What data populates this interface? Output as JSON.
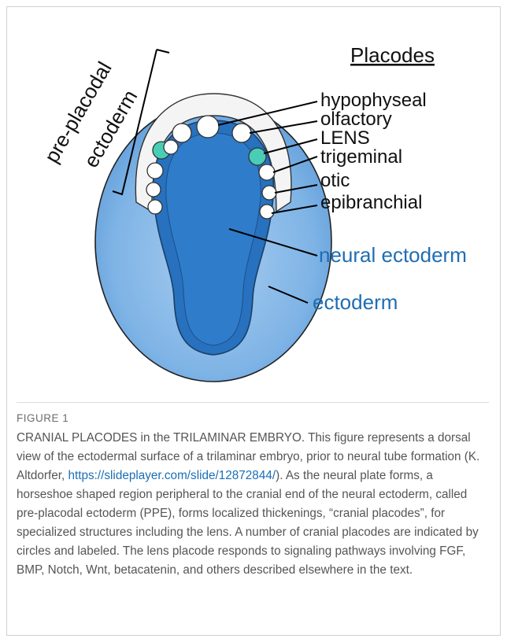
{
  "diagram": {
    "header": "Placodes",
    "placode_labels": [
      "hypophyseal",
      "olfactory",
      "LENS",
      "trigeminal",
      "otic",
      "epibranchial"
    ],
    "region_labels": {
      "pre_placodal_line1": "pre-placodal",
      "pre_placodal_line2": "ectoderm",
      "neural_ectoderm": "neural ectoderm",
      "ectoderm": "ectoderm"
    },
    "colors": {
      "outer_ectoderm": "#6aa7e0",
      "outer_ectoderm_light": "#a9cdf0",
      "neural_plate": "#2771be",
      "placode_region": "#f2f2f2",
      "lens_placode": "#49cdb6",
      "label_blue": "#1f6db3"
    }
  },
  "caption": {
    "figure_label": "FIGURE 1",
    "text_before_link": "CRANIAL PLACODES in the TRILAMINAR EMBRYO. This figure represents a dorsal view of the ectodermal surface of a trilaminar embryo, prior to neural tube formation (K. Altdorfer, ",
    "link_text": "https://slideplayer.com/slide/12872844/",
    "text_after_link": "). As the neural plate forms, a horseshoe shaped region peripheral to the cranial end of the neural ectoderm, called pre-placodal ectoderm (PPE), forms localized thickenings, “cranial placodes”, for specialized structures including the lens. A number of cranial placodes are indicated by circles and labeled. The lens placode responds to signaling pathways involving FGF, BMP, Notch, Wnt, betacatenin, and others described elsewhere in the text."
  }
}
